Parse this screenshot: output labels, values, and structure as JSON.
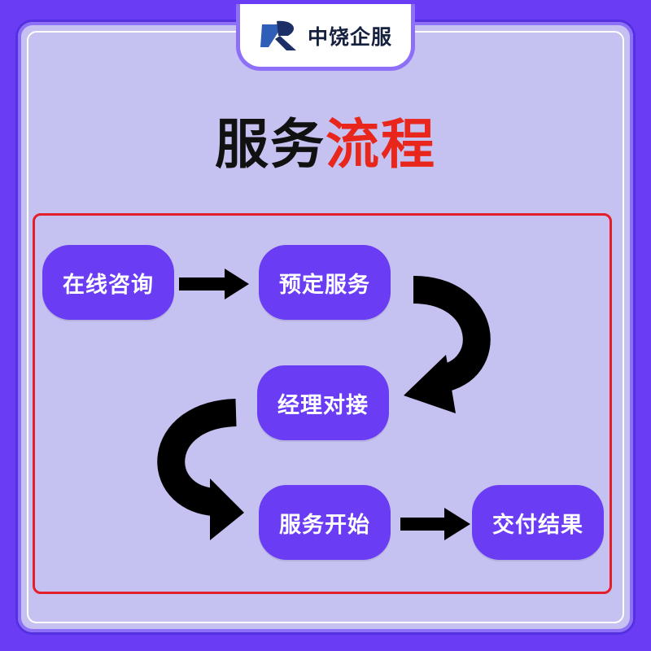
{
  "brand": {
    "name": "中饶企服",
    "logo": "zr-logo-icon",
    "accent": "#6a3df5"
  },
  "title": {
    "part1": "服务",
    "part2": "流程",
    "part1_color": "#111111",
    "part2_color": "#e8261b"
  },
  "steps": [
    {
      "label": "在线咨询"
    },
    {
      "label": "预定服务"
    },
    {
      "label": "经理对接"
    },
    {
      "label": "服务开始"
    },
    {
      "label": "交付结果"
    }
  ],
  "colors": {
    "background": "#6a3df5",
    "panel": "#c5c1f0",
    "border_red": "#e41e2a",
    "arrow": "#000000"
  }
}
